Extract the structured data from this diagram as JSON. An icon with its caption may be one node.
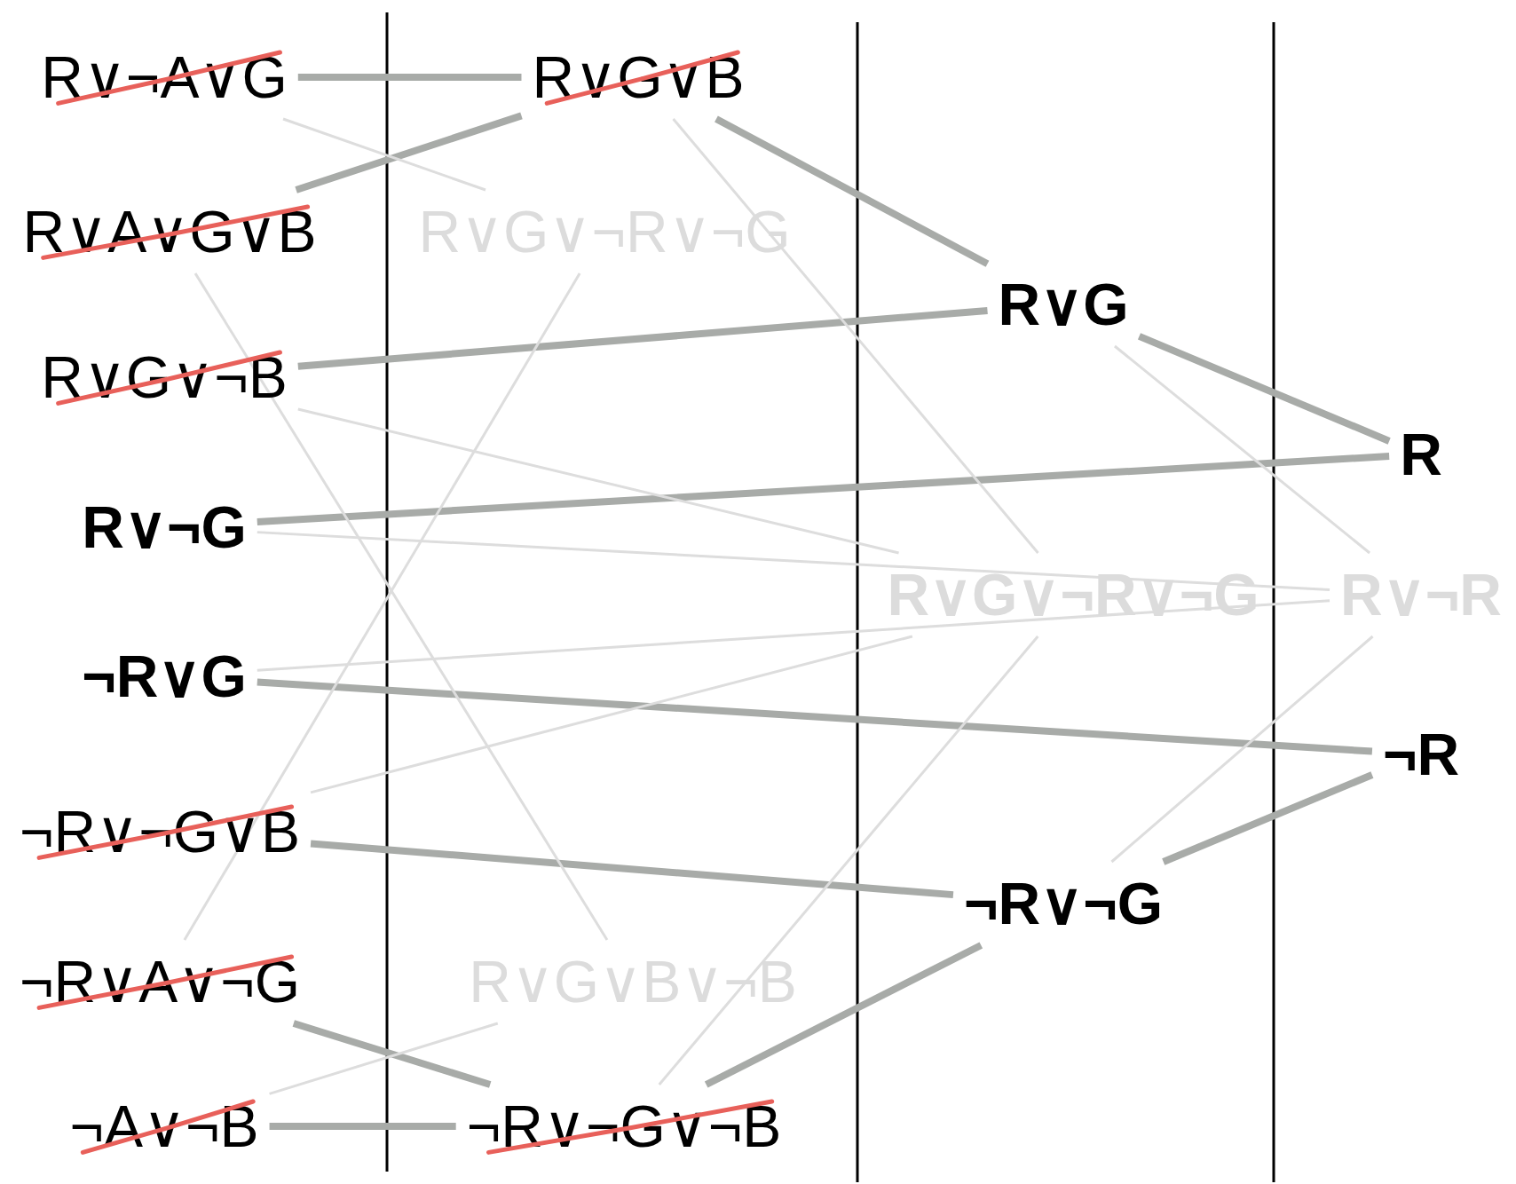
{
  "diagram": {
    "nodes": [
      {
        "text": [
          "R∨¬A∨G"
        ]
      },
      {
        "text": [
          "R∨A∨G∨B"
        ]
      },
      {
        "text": [
          "R∨G∨¬B"
        ]
      },
      {
        "text": [
          "R∨¬G"
        ]
      },
      {
        "text": [
          "¬R∨G"
        ]
      },
      {
        "text": [
          "¬R∨¬G∨B"
        ]
      },
      {
        "text": [
          "¬R∨A∨¬G"
        ]
      },
      {
        "text": [
          "¬A∨¬B"
        ]
      },
      {
        "text": [
          "R∨G∨B"
        ]
      },
      {
        "text": [
          "R∨G∨¬R∨¬G"
        ]
      },
      {
        "text": [
          "R∨G∨B∨¬B"
        ]
      },
      {
        "text": [
          "¬R∨¬G∨¬B"
        ]
      },
      {
        "text": [
          "R∨G"
        ]
      },
      {
        "text": [
          "R∨G∨¬R∨¬G"
        ]
      },
      {
        "text": [
          "¬R∨¬G"
        ]
      },
      {
        "text": [
          "R"
        ]
      },
      {
        "text": [
          "R∨¬R"
        ]
      },
      {
        "text": [
          "¬R"
        ]
      }
    ],
    "edges": [
      {
        "from": 0,
        "to": 8,
        "arrow": "none",
        "style": "thick"
      },
      {
        "from": 1,
        "to": 8,
        "arrow": "none",
        "style": "thick"
      },
      {
        "from": 8,
        "to": 12,
        "arrow": "none",
        "style": "thick"
      },
      {
        "from": 2,
        "to": 12,
        "arrow": "none",
        "style": "thick"
      },
      {
        "from": 12,
        "to": 15,
        "arrow": "none",
        "style": "thick"
      },
      {
        "from": 3,
        "to": 15,
        "arrow": "none",
        "style": "thick"
      },
      {
        "from": 4,
        "to": 17,
        "arrow": "none",
        "style": "thick"
      },
      {
        "from": 5,
        "to": 14,
        "arrow": "none",
        "style": "thick"
      },
      {
        "from": 14,
        "to": 17,
        "arrow": "none",
        "style": "thick"
      },
      {
        "from": 6,
        "to": 11,
        "arrow": "none",
        "style": "thick"
      },
      {
        "from": 7,
        "to": 11,
        "arrow": "none",
        "style": "thick"
      },
      {
        "from": 11,
        "to": 14,
        "arrow": "none",
        "style": "thick"
      },
      {
        "from": 0,
        "to": 9,
        "arrow": "none",
        "color": "#dddddd"
      },
      {
        "from": 6,
        "to": 9,
        "arrow": "none",
        "color": "#dddddd"
      },
      {
        "from": 1,
        "to": 10,
        "arrow": "none",
        "color": "#dddddd"
      },
      {
        "from": 7,
        "to": 10,
        "arrow": "none",
        "color": "#dddddd"
      },
      {
        "from": 8,
        "to": 13,
        "arrow": "none",
        "color": "#dddddd"
      },
      {
        "from": 2,
        "to": 13,
        "arrow": "none",
        "color": "#dddddd"
      },
      {
        "from": 5,
        "to": 13,
        "arrow": "none",
        "color": "#dddddd"
      },
      {
        "from": 11,
        "to": 13,
        "arrow": "none",
        "color": "#dddddd"
      },
      {
        "from": 3,
        "to": 16,
        "arrow": "none",
        "color": "#dddddd"
      },
      {
        "from": 4,
        "to": 16,
        "arrow": "none",
        "color": "#dddddd"
      },
      {
        "from": 12,
        "to": 16,
        "arrow": "none",
        "color": "#dddddd"
      },
      {
        "from": 14,
        "to": 16,
        "arrow": "none",
        "color": "#dddddd"
      }
    ]
  }
}
